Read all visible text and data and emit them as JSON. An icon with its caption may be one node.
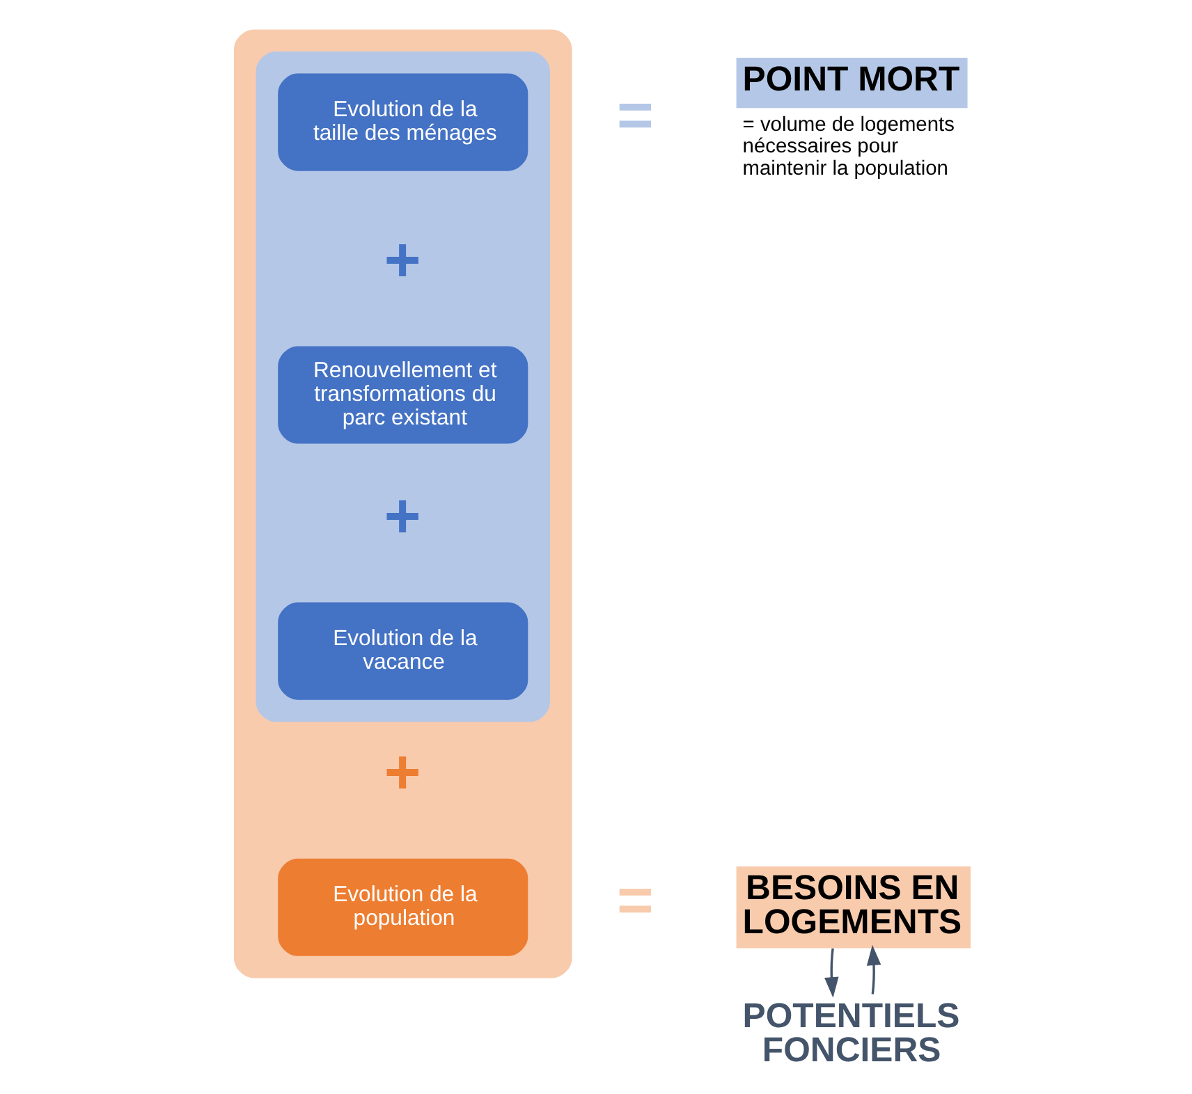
{
  "diagram": {
    "nodes": [
      {
        "text": [],
        "shape": "box"
      },
      {
        "text": [],
        "shape": "box",
        "in": 0
      },
      {
        "text": [
          "Evolution de la taille des ménages"
        ],
        "in": 1
      },
      {
        "text": [
          "Renouvellement et transformations du parc existant"
        ],
        "in": 1
      },
      {
        "text": [
          "Evolution de la vacance"
        ],
        "in": 1
      },
      {
        "text": [
          "Evolution de la population"
        ],
        "in": 0
      },
      {
        "text": [
          "POINT MORT"
        ],
        "beside": [
          "= volume de logements nécessaires pour maintenir la population"
        ]
      },
      {
        "text": [
          "BESOINS EN LOGEMENTS"
        ]
      },
      {
        "text": [
          "POTENTIELS FONCIERS"
        ]
      }
    ],
    "edges": [
      {
        "from": 7,
        "to": 8,
        "arrow": "to"
      },
      {
        "from": 8,
        "to": 7,
        "arrow": "to"
      }
    ],
    "labels": [
      "=",
      "+",
      "+",
      "+",
      "="
    ]
  }
}
